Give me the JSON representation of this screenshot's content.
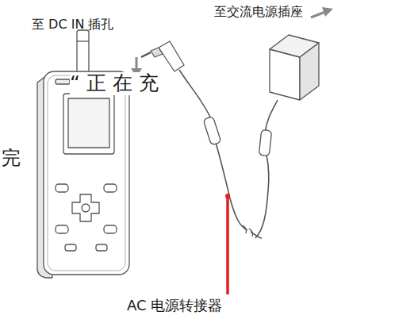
{
  "diagram": {
    "labels": [
      "至 DC IN 插孔",
      "至交流电源插座",
      "“ 正 在 充",
      "完",
      "AC 电源转接器"
    ]
  }
}
